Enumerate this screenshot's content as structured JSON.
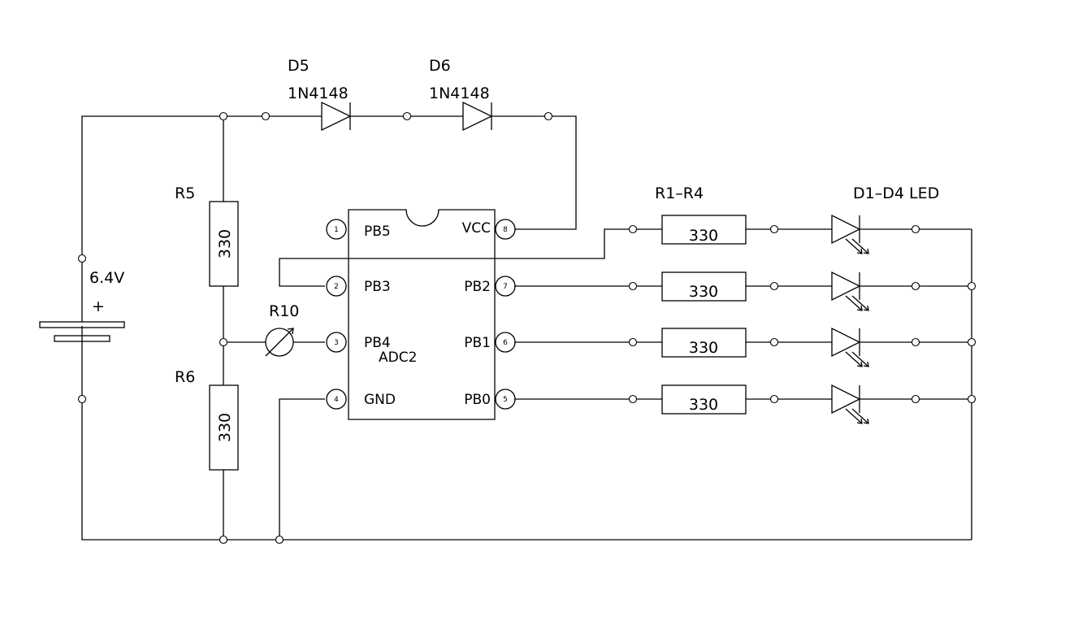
{
  "battery": {
    "voltage": "6.4V",
    "plus": "+"
  },
  "diodes": [
    {
      "ref": "D5",
      "part": "1N4148"
    },
    {
      "ref": "D6",
      "part": "1N4148"
    }
  ],
  "r5": {
    "ref": "R5",
    "value": "330"
  },
  "r6": {
    "ref": "R6",
    "value": "330"
  },
  "r10": {
    "ref": "R10"
  },
  "resistor_group": {
    "ref": "R1–R4",
    "values": [
      "330",
      "330",
      "330",
      "330"
    ]
  },
  "led_group": {
    "ref": "D1–D4 LED"
  },
  "chip": {
    "pins": [
      {
        "num": "1",
        "name": "PB5"
      },
      {
        "num": "2",
        "name": "PB3"
      },
      {
        "num": "3",
        "name": "PB4"
      },
      {
        "num": "4",
        "name": "GND"
      },
      {
        "num": "5",
        "name": "PB0"
      },
      {
        "num": "6",
        "name": "PB1"
      },
      {
        "num": "7",
        "name": "PB2"
      },
      {
        "num": "8",
        "name": "VCC"
      }
    ],
    "sublabel": "ADC2"
  }
}
